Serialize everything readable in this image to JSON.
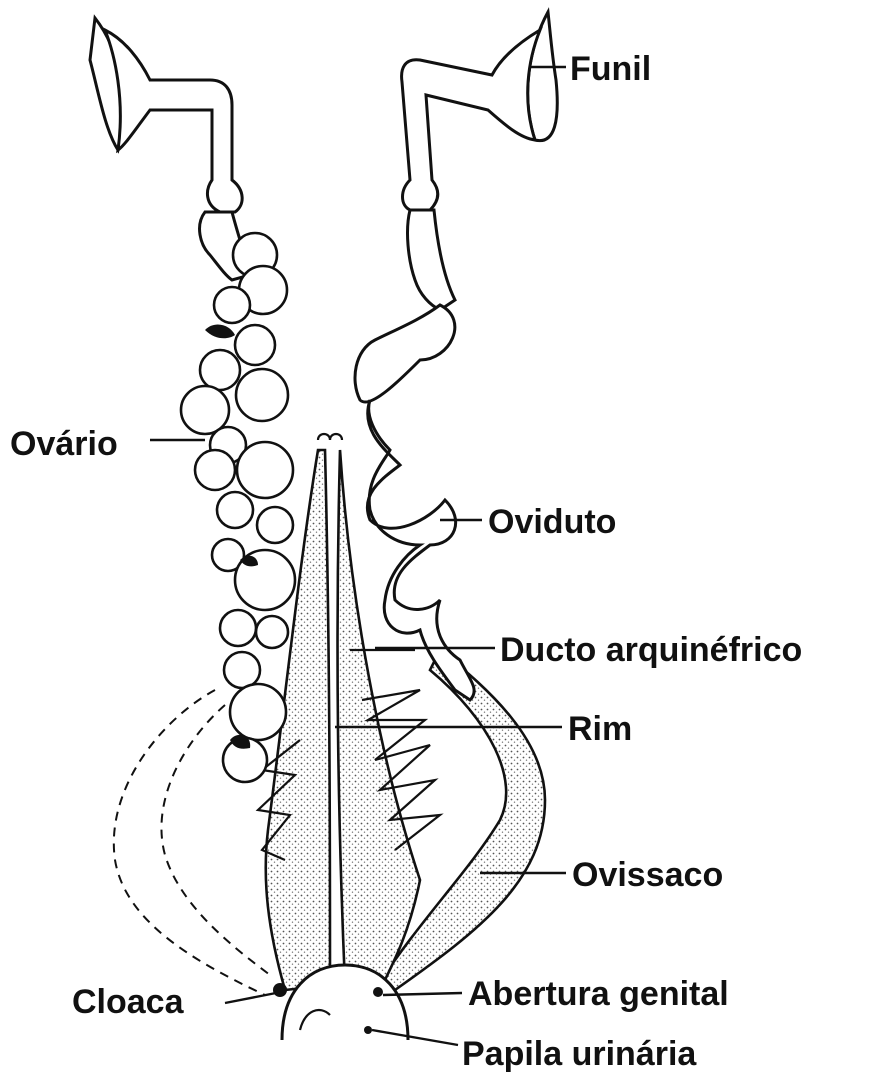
{
  "labels": {
    "funil": "Funil",
    "ovario": "Ovário",
    "oviduto": "Oviduto",
    "ducto": "Ducto arquinéfrico",
    "rim": "Rim",
    "ovissaco": "Ovissaco",
    "cloaca": "Cloaca",
    "abertura": "Abertura genital",
    "papila": "Papila urinária"
  }
}
